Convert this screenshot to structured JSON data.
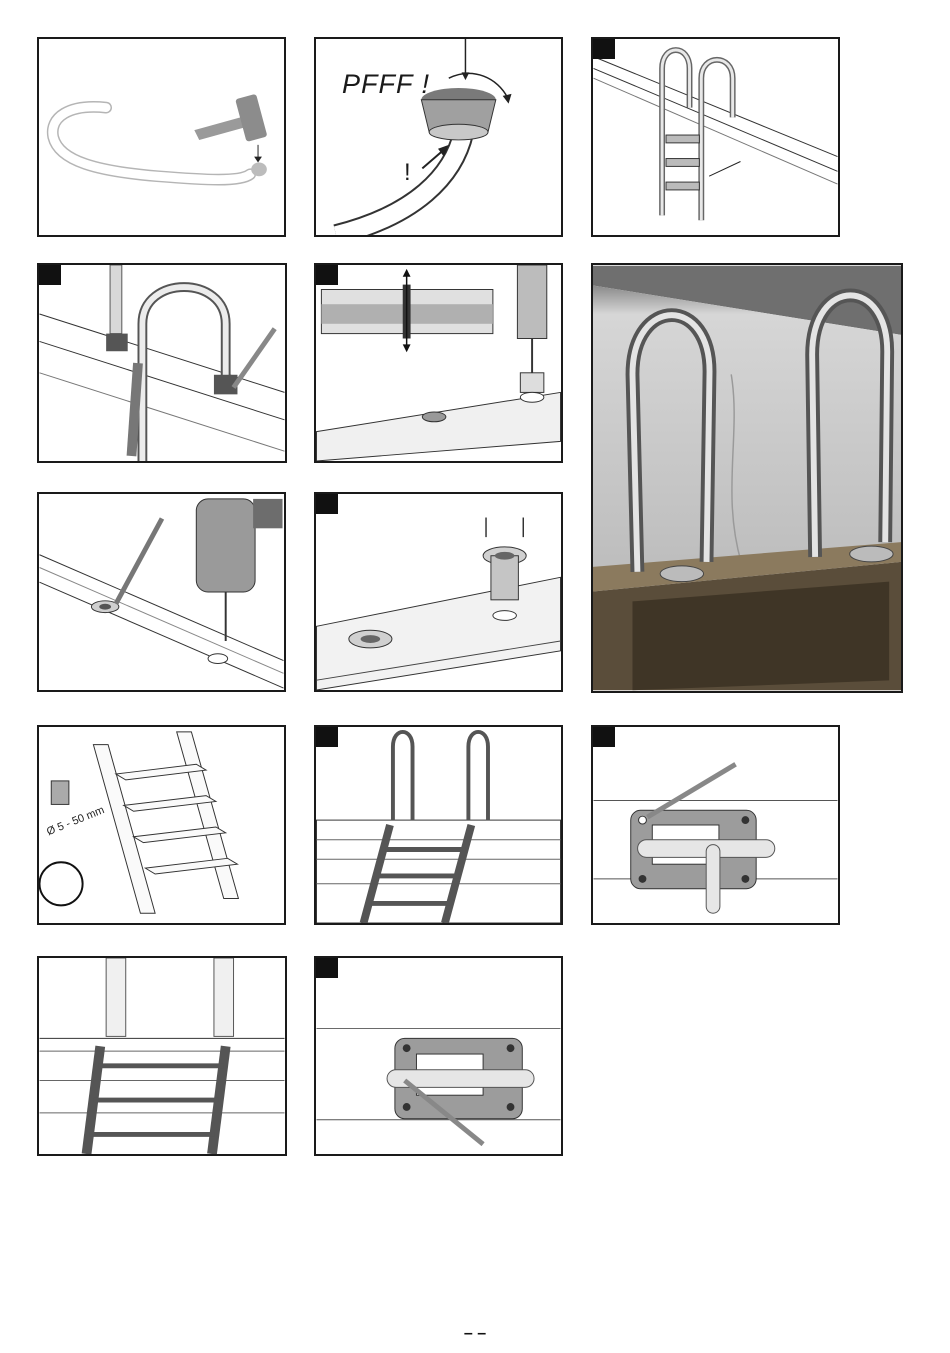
{
  "panels": [
    {
      "id": "hammer-tube",
      "badge": false
    },
    {
      "id": "flange-fit",
      "badge": false,
      "sound_text": "PFFF !",
      "warning_mark": "!"
    },
    {
      "id": "ladder-overview",
      "badge": true
    },
    {
      "id": "flange-marking",
      "badge": true
    },
    {
      "id": "drill-depth",
      "badge": true
    },
    {
      "id": "pool-photo",
      "badge": false
    },
    {
      "id": "drill-holes",
      "badge": false
    },
    {
      "id": "anchor-insert",
      "badge": true
    },
    {
      "id": "step-assembly",
      "badge": false,
      "dimension_text": "Ø 5 - 50 mm"
    },
    {
      "id": "ladder-in-pool",
      "badge": true
    },
    {
      "id": "bracket-marking",
      "badge": true
    },
    {
      "id": "ladder-front",
      "badge": false
    },
    {
      "id": "bracket-fixing",
      "badge": true
    }
  ],
  "footer": {
    "page_marker": "–  –"
  }
}
